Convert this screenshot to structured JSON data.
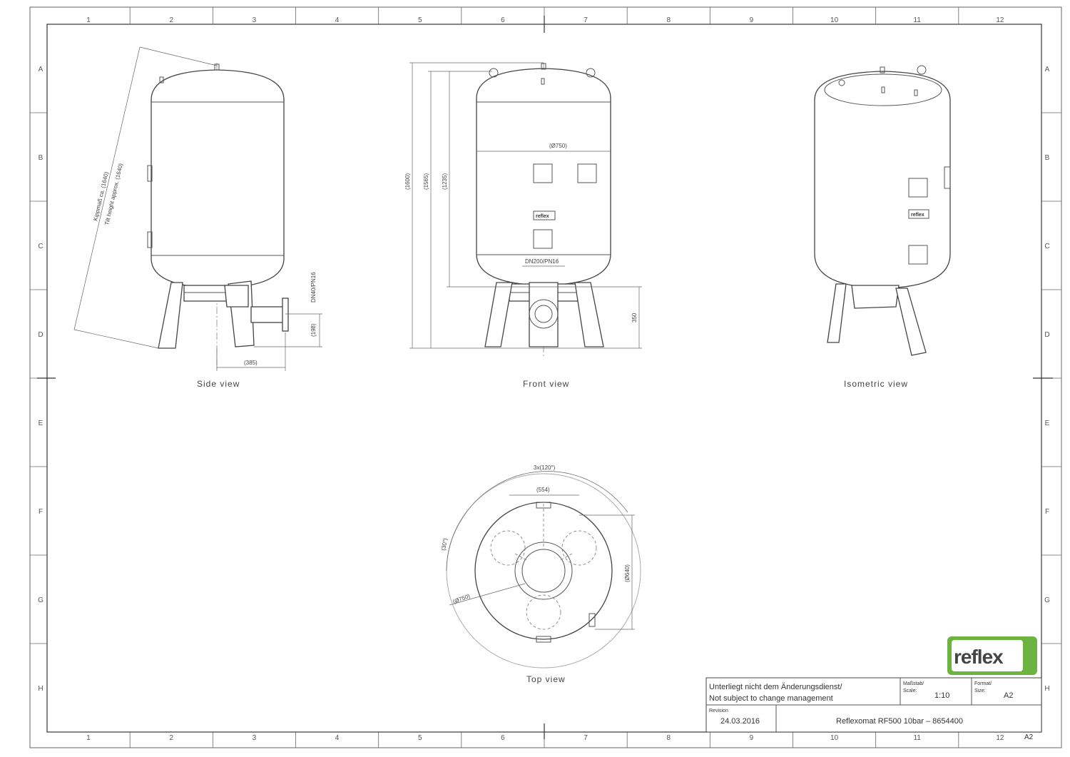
{
  "zones": {
    "columns": [
      "1",
      "2",
      "3",
      "4",
      "5",
      "6",
      "7",
      "8",
      "9",
      "10",
      "11",
      "12"
    ],
    "rows": [
      "A",
      "B",
      "C",
      "D",
      "E",
      "F",
      "G",
      "H"
    ]
  },
  "views": {
    "side": {
      "caption": "Side view",
      "tilt_height": "Kippmaß ca. (1640)",
      "tilt_height_en": "Tilt height approx. (1640)",
      "dim_385": "(385)",
      "dim_198": "(198)",
      "dn_pn": "DN40/PN16"
    },
    "front": {
      "caption": "Front view",
      "dim_1600": "(1600)",
      "dim_1565": "(1565)",
      "dim_1235": "(1235)",
      "dim_750": "(Ø750)",
      "dim_350": "350",
      "dn_pn": "DN200/PN16",
      "nameplate": "reflex"
    },
    "iso": {
      "caption": "Isometric view",
      "nameplate": "reflex"
    },
    "top": {
      "caption": "Top view",
      "angle_120": "3x(120°)",
      "dim_554": "(554)",
      "angle_30": "(30°)",
      "dim_750": "(Ø750)",
      "dim_640": "(Ø640)"
    }
  },
  "logo": {
    "text": "reflex",
    "accent": "#6db33f"
  },
  "title_block": {
    "note_de": "Unterliegt nicht dem Änderungsdienst/",
    "note_en": "Not subject to change management",
    "scale_label": "Maßstab/",
    "scale_label_en": "Scale:",
    "scale_value": "1:10",
    "format_label": "Format/",
    "format_label_en": "Size:",
    "format_value": "A2",
    "revision_label": "Revision",
    "revision_value": "24.03.2016",
    "title": "Reflexomat  RF500  10bar  –  8654400",
    "corner_size": "A2"
  }
}
